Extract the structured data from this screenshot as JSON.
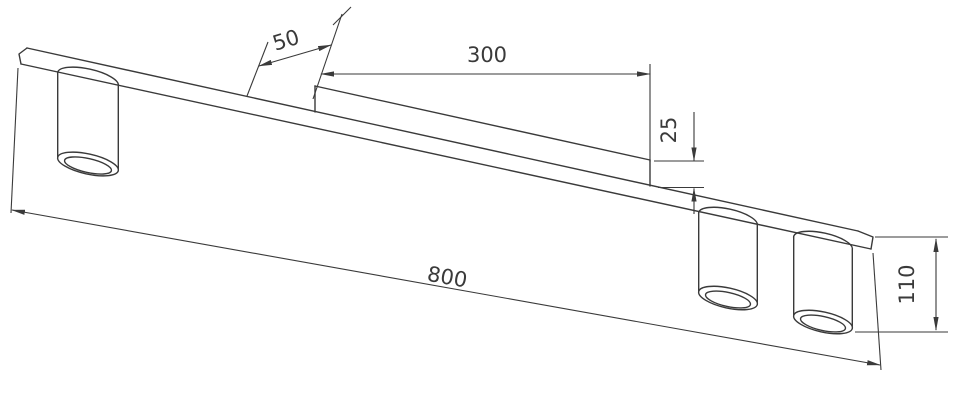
{
  "colors": {
    "background": "#ffffff",
    "line": "#3a3a3a"
  },
  "dimensions": {
    "lamp_offset": "50",
    "channel_length": "300",
    "channel_depth": "25",
    "track_length": "800",
    "spot_height": "110"
  }
}
